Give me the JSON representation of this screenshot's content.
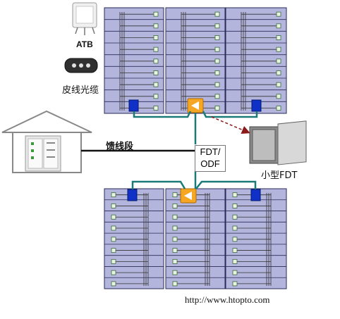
{
  "labels": {
    "atb": "ATB",
    "drop_cable": "皮线光缆",
    "feeder_segment": "馈线段",
    "fdt_line1": "FDT/",
    "fdt_line2": "ODF",
    "small_fdt": "小型FDT",
    "website": "http://www.htopto.com"
  },
  "colors": {
    "building": "#b3b5dd",
    "building_border": "#2a2a5a",
    "cable": "#1a7a78",
    "riser_port": "#1030c8",
    "splitter": "#f5a623",
    "feeder": "#111111",
    "dashed_arrow": "#8b1a1a"
  }
}
